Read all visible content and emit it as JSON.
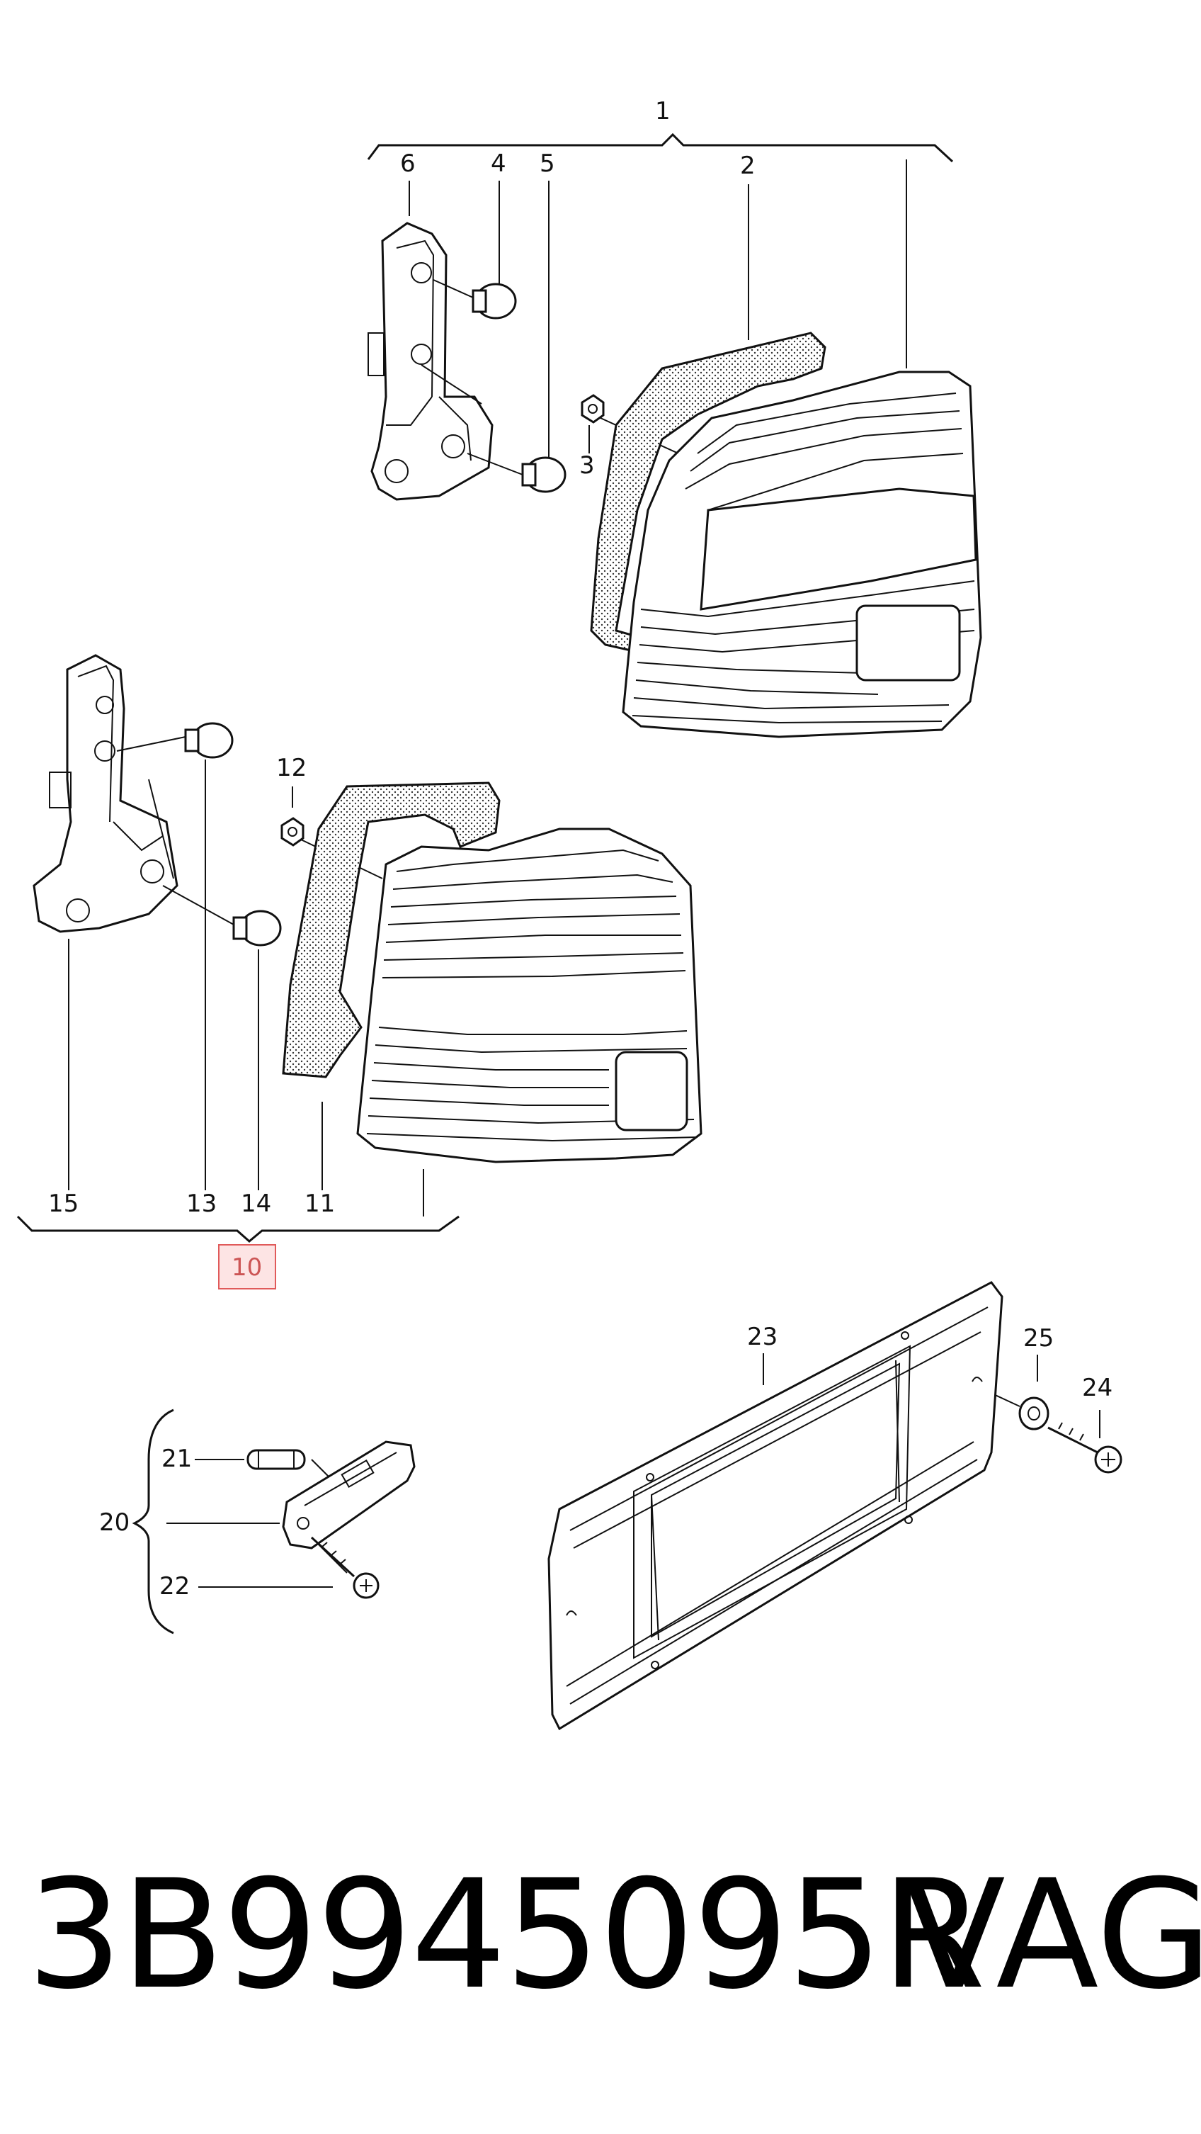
{
  "callouts": {
    "c1": "1",
    "c2": "2",
    "c3": "3",
    "c4": "4",
    "c5": "5",
    "c6": "6",
    "c10": "10",
    "c11": "11",
    "c12": "12",
    "c13": "13",
    "c14": "14",
    "c15": "15",
    "c20": "20",
    "c21": "21",
    "c22": "22",
    "c23": "23",
    "c24": "24",
    "c25": "25"
  },
  "highlight_color": "#e05a5a",
  "footer": {
    "part_number": "3B9945095R",
    "brand": "VAG"
  }
}
